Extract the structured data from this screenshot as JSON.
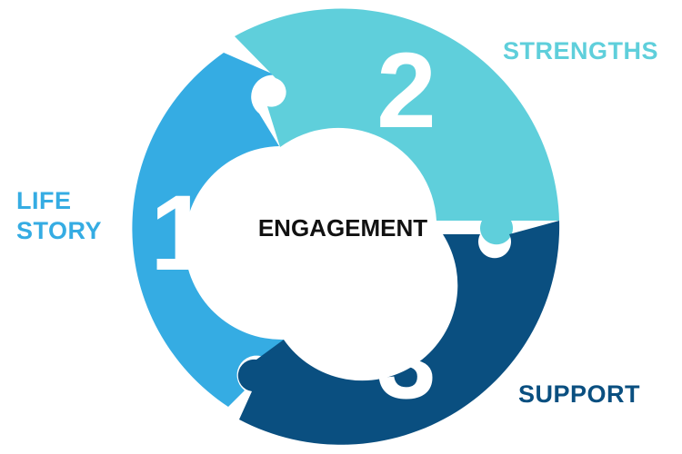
{
  "diagram": {
    "center_label": "ENGAGEMENT",
    "segments": [
      {
        "number": "1",
        "label_lines": [
          "LIFE",
          "STORY"
        ],
        "color": "#35ace3"
      },
      {
        "number": "2",
        "label_lines": [
          "STRENGTHS"
        ],
        "color": "#5fcfdb"
      },
      {
        "number": "3",
        "label_lines": [
          "SUPPORT"
        ],
        "color": "#0a4f80"
      }
    ]
  }
}
